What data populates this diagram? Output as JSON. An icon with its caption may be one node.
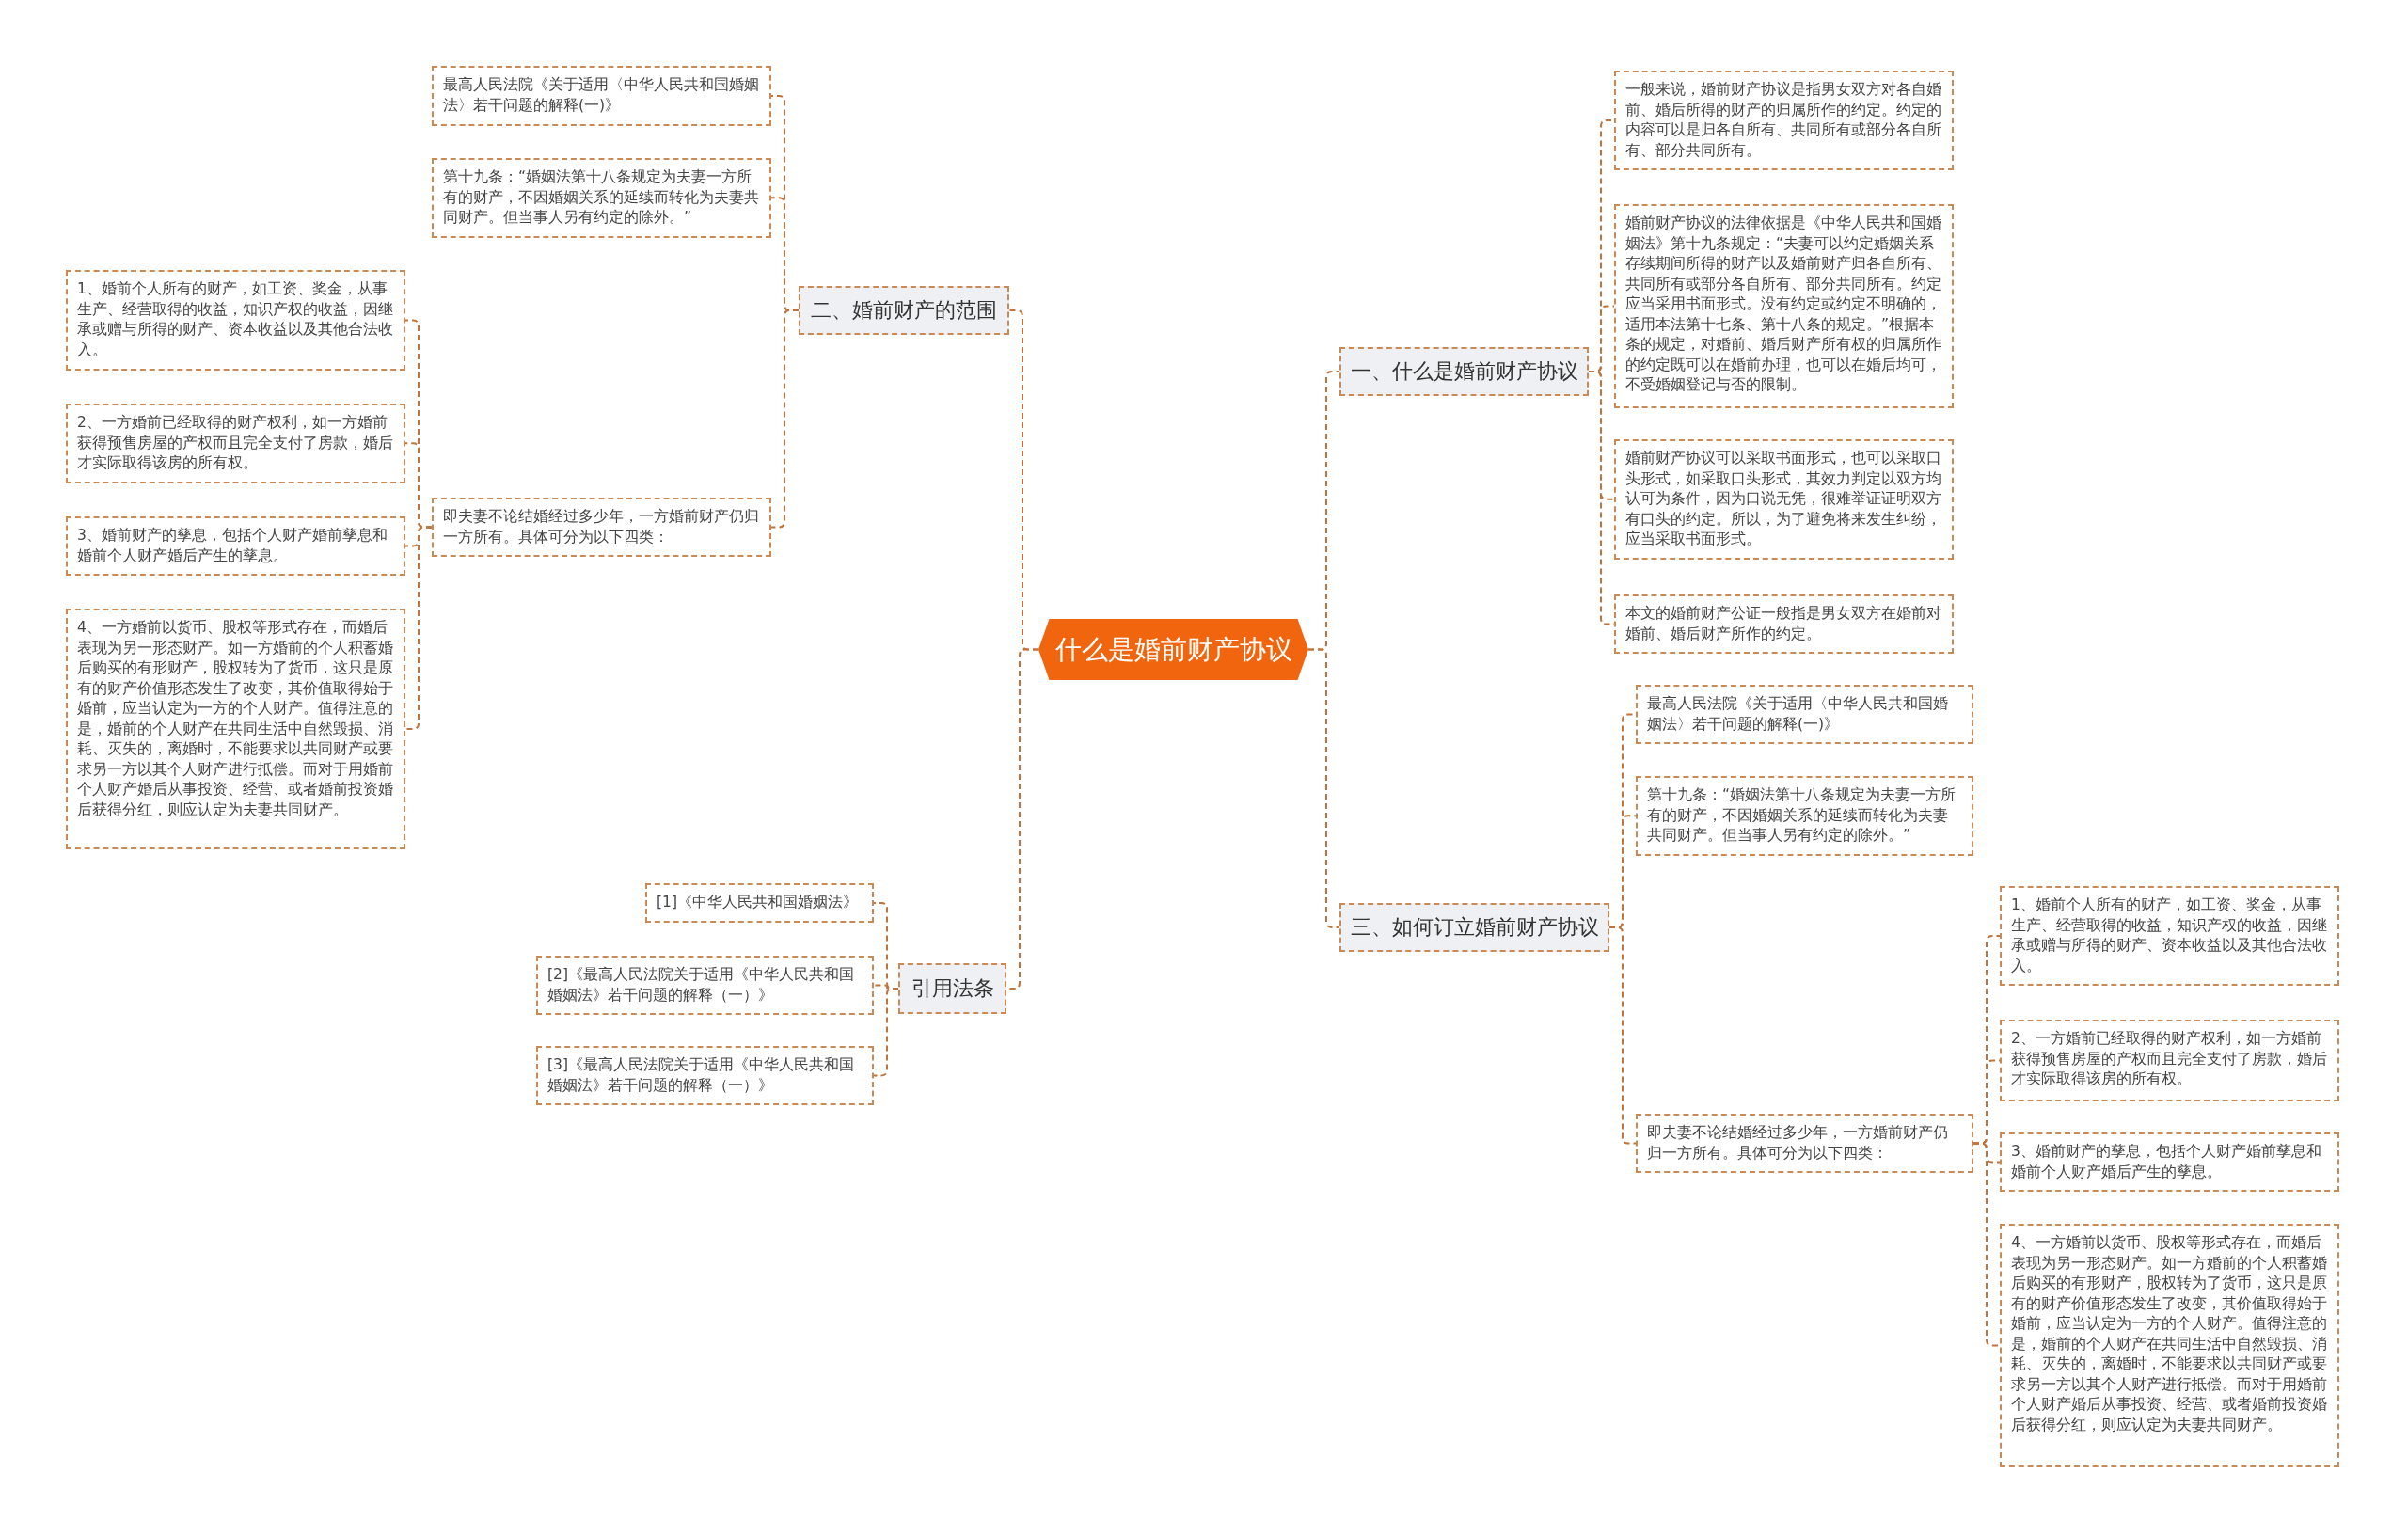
{
  "diagram": {
    "nodes": [
      {
        "text": [
          "什么是婚前财产协议"
        ]
      },
      {
        "text": [
          "一、什么是婚前财产协议"
        ]
      },
      {
        "text": [
          "一般来说，婚前财产协议是指男女双方对各自婚前、婚后所得的财产的归属所作的约定。约定的内容可以是归各自所有、共同所有或部分各自所有、部分共同所有。"
        ]
      },
      {
        "text": [
          "婚前财产协议的法律依据是《中华人民共和国婚姻法》第十九条规定：“夫妻可以约定婚姻关系存续期间所得的财产以及婚前财产归各自所有、共同所有或部分各自所有、部分共同所有。约定应当采用书面形式。没有约定或约定不明确的，适用本法第十七条、第十八条的规定。”根据本条的规定，对婚前、婚后财产所有权的归属所作的约定既可以在婚前办理，也可以在婚后均可，不受婚姻登记与否的限制。"
        ]
      },
      {
        "text": [
          "婚前财产协议可以采取书面形式，也可以采取口头形式，如采取口头形式，其效力判定以双方均认可为条件，因为口说无凭，很难举证证明双方有口头的约定。所以，为了避免将来发生纠纷，应当采取书面形式。"
        ]
      },
      {
        "text": [
          "本文的婚前财产公证一般指是男女双方在婚前对婚前、婚后财产所作的约定。"
        ]
      },
      {
        "text": [
          "三、如何订立婚前财产协议"
        ]
      },
      {
        "text": [
          "最高人民法院《关于适用〈中华人民共和国婚姻法〉若干问题的解释(一)》"
        ]
      },
      {
        "text": [
          "第十九条：“婚姻法第十八条规定为夫妻一方所有的财产，不因婚姻关系的延续而转化为夫妻共同财产。但当事人另有约定的除外。”"
        ]
      },
      {
        "text": [
          "即夫妻不论结婚经过多少年，一方婚前财产仍归一方所有。具体可分为以下四类："
        ]
      },
      {
        "text": [
          "1、婚前个人所有的财产，如工资、奖金，从事生产、经营取得的收益，知识产权的收益，因继承或赠与所得的财产、资本收益以及其他合法收入。"
        ]
      },
      {
        "text": [
          "2、一方婚前已经取得的财产权利，如一方婚前获得预售房屋的产权而且完全支付了房款，婚后才实际取得该房的所有权。"
        ]
      },
      {
        "text": [
          "3、婚前财产的孳息，包括个人财产婚前孳息和婚前个人财产婚后产生的孳息。"
        ]
      },
      {
        "text": [
          "4、一方婚前以货币、股权等形式存在，而婚后表现为另一形态财产。如一方婚前的个人积蓄婚后购买的有形财产，股权转为了货币，这只是原有的财产价值形态发生了改变，其价值取得始于婚前，应当认定为一方的个人财产。值得注意的是，婚前的个人财产在共同生活中自然毁损、消耗、灭失的，离婚时，不能要求以共同财产或要求另一方以其个人财产进行抵偿。而对于用婚前个人财产婚后从事投资、经营、或者婚前投资婚后获得分红，则应认定为夫妻共同财产。"
        ]
      },
      {
        "text": [
          "二、婚前财产的范围"
        ]
      },
      {
        "text": [
          "最高人民法院《关于适用〈中华人民共和国婚姻法〉若干问题的解释(一)》"
        ]
      },
      {
        "text": [
          "第十九条：“婚姻法第十八条规定为夫妻一方所有的财产，不因婚姻关系的延续而转化为夫妻共同财产。但当事人另有约定的除外。”"
        ]
      },
      {
        "text": [
          "即夫妻不论结婚经过多少年，一方婚前财产仍归一方所有。具体可分为以下四类："
        ]
      },
      {
        "text": [
          "1、婚前个人所有的财产，如工资、奖金，从事生产、经营取得的收益，知识产权的收益，因继承或赠与所得的财产、资本收益以及其他合法收入。"
        ]
      },
      {
        "text": [
          "2、一方婚前已经取得的财产权利，如一方婚前获得预售房屋的产权而且完全支付了房款，婚后才实际取得该房的所有权。"
        ]
      },
      {
        "text": [
          "3、婚前财产的孳息，包括个人财产婚前孳息和婚前个人财产婚后产生的孳息。"
        ]
      },
      {
        "text": [
          "4、一方婚前以货币、股权等形式存在，而婚后表现为另一形态财产。如一方婚前的个人积蓄婚后购买的有形财产，股权转为了货币，这只是原有的财产价值形态发生了改变，其价值取得始于婚前，应当认定为一方的个人财产。值得注意的是，婚前的个人财产在共同生活中自然毁损、消耗、灭失的，离婚时，不能要求以共同财产或要求另一方以其个人财产进行抵偿。而对于用婚前个人财产婚后从事投资、经营、或者婚前投资婚后获得分红，则应认定为夫妻共同财产。"
        ]
      },
      {
        "text": [
          "引用法条"
        ]
      },
      {
        "text": [
          "[1]《中华人民共和国婚姻法》"
        ]
      },
      {
        "text": [
          "[2]《最高人民法院关于适用《中华人民共和国婚姻法》若干问题的解释（一）》"
        ]
      },
      {
        "text": [
          "[3]《最高人民法院关于适用《中华人民共和国婚姻法》若干问题的解释（一）》"
        ]
      }
    ],
    "edges": [
      {
        "from": 0,
        "to": 1,
        "arrow": "none",
        "style": "dashed"
      },
      {
        "from": 1,
        "to": 2,
        "arrow": "none",
        "style": "dashed"
      },
      {
        "from": 1,
        "to": 3,
        "arrow": "none",
        "style": "dashed"
      },
      {
        "from": 1,
        "to": 4,
        "arrow": "none",
        "style": "dashed"
      },
      {
        "from": 1,
        "to": 5,
        "arrow": "none",
        "style": "dashed"
      },
      {
        "from": 0,
        "to": 6,
        "arrow": "none",
        "style": "dashed"
      },
      {
        "from": 6,
        "to": 7,
        "arrow": "none",
        "style": "dashed"
      },
      {
        "from": 6,
        "to": 8,
        "arrow": "none",
        "style": "dashed"
      },
      {
        "from": 6,
        "to": 9,
        "arrow": "none",
        "style": "dashed"
      },
      {
        "from": 9,
        "to": 10,
        "arrow": "none",
        "style": "dashed"
      },
      {
        "from": 9,
        "to": 11,
        "arrow": "none",
        "style": "dashed"
      },
      {
        "from": 9,
        "to": 12,
        "arrow": "none",
        "style": "dashed"
      },
      {
        "from": 9,
        "to": 13,
        "arrow": "none",
        "style": "dashed"
      },
      {
        "from": 0,
        "to": 14,
        "arrow": "none",
        "style": "dashed"
      },
      {
        "from": 14,
        "to": 15,
        "arrow": "none",
        "style": "dashed"
      },
      {
        "from": 14,
        "to": 16,
        "arrow": "none",
        "style": "dashed"
      },
      {
        "from": 14,
        "to": 17,
        "arrow": "none",
        "style": "dashed"
      },
      {
        "from": 17,
        "to": 18,
        "arrow": "none",
        "style": "dashed"
      },
      {
        "from": 17,
        "to": 19,
        "arrow": "none",
        "style": "dashed"
      },
      {
        "from": 17,
        "to": 20,
        "arrow": "none",
        "style": "dashed"
      },
      {
        "from": 17,
        "to": 21,
        "arrow": "none",
        "style": "dashed"
      },
      {
        "from": 0,
        "to": 22,
        "arrow": "none",
        "style": "dashed"
      },
      {
        "from": 22,
        "to": 23,
        "arrow": "none",
        "style": "dashed"
      },
      {
        "from": 22,
        "to": 24,
        "arrow": "none",
        "style": "dashed"
      },
      {
        "from": 22,
        "to": 25,
        "arrow": "none",
        "style": "dashed"
      }
    ]
  }
}
